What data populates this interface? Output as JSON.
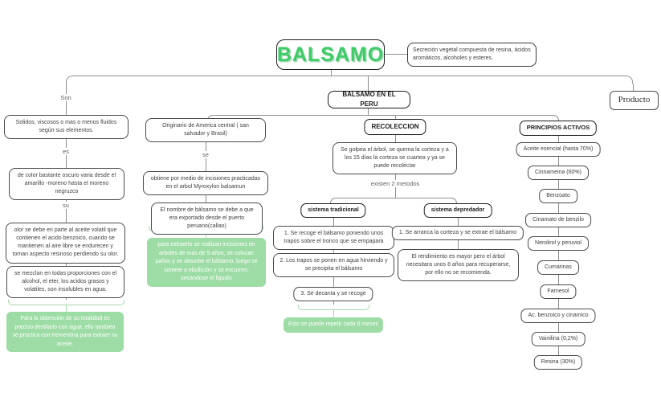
{
  "colors": {
    "accent_green": "#3ecc66",
    "note_green": "#9edca6",
    "bracket_green": "#a9d9ad",
    "line_gray": "#8f8f8f"
  },
  "root": {
    "title": "BALSAMO",
    "definition": "Secreción vegetal compuesta de resina, ácidos aromáticos, alcoholes y esteres.",
    "producto": "Producto"
  },
  "peru": {
    "title": "BALSAMO EN EL PERU"
  },
  "propiedades": {
    "label_son": "Son",
    "solidos": "Solidos, viscosos o mas o menos fluidos según sus elementos.",
    "label_es": "es",
    "color": "de color bastante oscuro  varia desde el amarillo -moreno hasta el moreno negruzco",
    "label_su": "su",
    "olor": "olor se debe en parte al aceite volatil que contienen el acido benzoico, cuando se mantienen al aire libre se endurecen y toman aspecto resinoso perdiendo su olor.",
    "mezclan": "se mezclan  en todas proporciones con el alcohol, el eter, los acidos grasos y volatiles, son insolubles en agua.",
    "nota_obtencion": "Para la obtención de su totalidad es preciso destilarlo con agua, ello también se practica con trementina para extraer su aceite."
  },
  "origen": {
    "originario": "Originario de America central ( san salvador y Brasil)",
    "label_se": "se",
    "obtiene": "obtiene  por medio de incisiones practicadas en el arbol Myroxylon balsamun",
    "nombre": "El nombre de bálsamo se debe a que era exportado desde el puerto peruano(callao)",
    "nota_extraccion": "para extraerlo se  realizan incisiones en arboles de mas de 5 años, se colocan paños y se absorbe el bálsamo, luego se somete a ebullición y se escurren, secandose el liquido"
  },
  "recoleccion": {
    "title": "RECOLECCION",
    "golpea": "Se golpea el árbol, se quema la corteza y a los 15 días la corteza se cuartea y ya se puede recolectar",
    "label_metodos": "existen 2 metodos",
    "tradicional": {
      "title": "sistema tradicional",
      "paso1": "1. Se recoge el bálsamo poniendo unos trapos sobre el tronco que se empapara",
      "paso2": "2. Los trapos se ponen en agua hirviendo y se precipita el bálsamo",
      "paso3": "3. Se decanta y se recoge",
      "nota": "Esto se puede repetir cada 6 meses"
    },
    "depredador": {
      "title": "sistema depredador",
      "paso1": "1. Se arranca la corteza y se extrae el bálsamo",
      "nota": "El rendimiento es mayor pero el árbol necesitara unos 8 años para recuperarse, por ello no se recomienda."
    }
  },
  "principios": {
    "title": "PRINCIPIOS ACTIVOS",
    "items": [
      "Aceite esencial (hasta 70%)",
      "Cinnameina (60%)",
      "Benzoato",
      "Cinamato de benzilo",
      "Nerolirol y peruviol",
      "Cumarinas",
      "Farnesol",
      "Ac. benzoico y cinamico",
      "Vainilina (0,2%)",
      "Resina (30%)"
    ]
  }
}
